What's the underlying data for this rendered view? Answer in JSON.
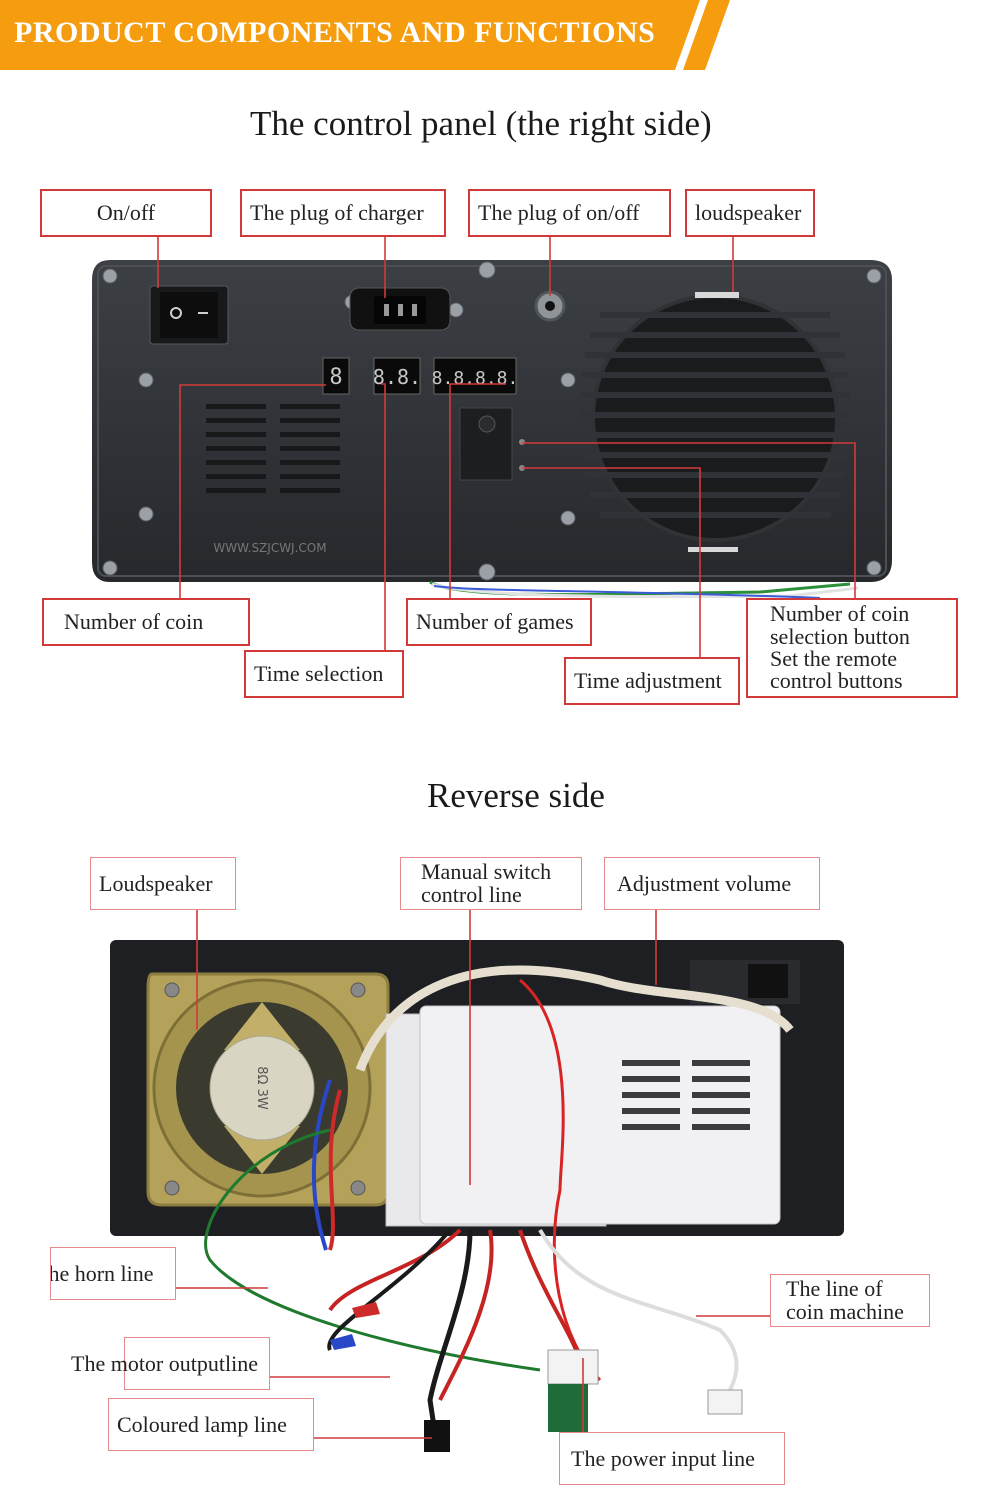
{
  "banner": {
    "title": "PRODUCT COMPONENTS AND FUNCTIONS",
    "color": "#f59c0f"
  },
  "front": {
    "title": "The control panel (the right side)",
    "labels": {
      "on_off": "On/off",
      "plug_charger": "The plug of charger",
      "plug_on_off": "The plug of on/off",
      "loudspeaker": "loudspeaker",
      "number_of_coin": "Number of coin",
      "time_selection": "Time selection",
      "number_of_games": "Number of games",
      "time_adjustment": "Time adjustment",
      "coin_button_line1": "Number of coin",
      "coin_button_line2": "selection button",
      "coin_button_line3": "Set the remote",
      "coin_button_line4": "control buttons"
    },
    "panel": {
      "digit1": "8",
      "digit2": "8.8.",
      "digit3": "8.8.8.8.",
      "brand": "WWW.SZJCWJ.COM"
    }
  },
  "back": {
    "title": "Reverse side",
    "labels": {
      "loudspeaker": "Loudspeaker",
      "manual_line1": "Manual switch",
      "manual_line2": "control line",
      "adjustment_volume": "Adjustment volume",
      "horn_line": "The horn line",
      "coin_machine_line1": "The line of",
      "coin_machine_line2": "coin machine",
      "motor_output": "The motor outputline",
      "coloured_lamp": "Coloured lamp line",
      "power_input": "The power input line"
    },
    "speaker_text": "8Ω 3W"
  },
  "colors": {
    "label_border": "#d23a3a",
    "leader": "#d23a3a"
  }
}
